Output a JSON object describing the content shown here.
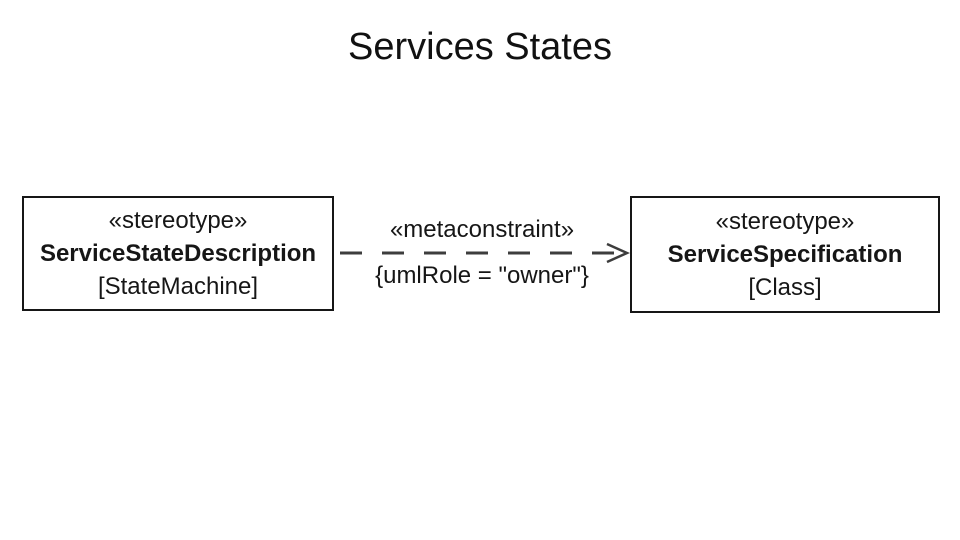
{
  "slide": {
    "title": "Services States"
  },
  "colors": {
    "background": "#ffffff",
    "text": "#161616",
    "box_border": "#161616",
    "connector": "#3d3d3d"
  },
  "diagram": {
    "left_box": {
      "stereotype": "«stereotype»",
      "name": "ServiceStateDescription",
      "metaclass": "[StateMachine]"
    },
    "connector": {
      "label": "«metaconstraint»",
      "constraint": "{umlRole = \"owner\"}",
      "style": "dashed-open-arrow",
      "direction": "left-to-right"
    },
    "right_box": {
      "stereotype": "«stereotype»",
      "name": "ServiceSpecification",
      "metaclass": "[Class]"
    }
  }
}
